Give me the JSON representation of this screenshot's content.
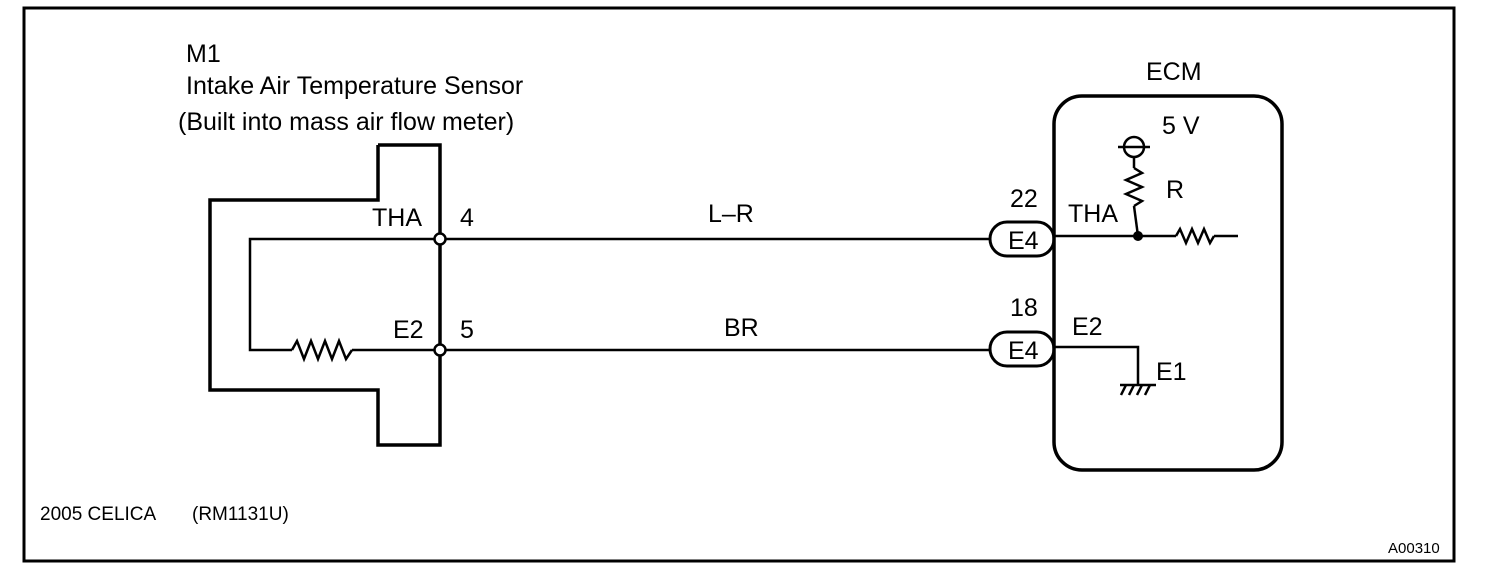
{
  "sensor": {
    "code": "M1",
    "name": "Intake Air Temperature Sensor",
    "note": "(Built into mass air flow meter)",
    "terminals": [
      {
        "name": "THA",
        "pin": "4"
      },
      {
        "name": "E2",
        "pin": "5"
      }
    ]
  },
  "wires": [
    {
      "color": "L–R"
    },
    {
      "color": "BR"
    }
  ],
  "connectors": [
    {
      "pin": "22",
      "code": "E4"
    },
    {
      "pin": "18",
      "code": "E4"
    }
  ],
  "ecm": {
    "label": "ECM",
    "voltage": "5 V",
    "resistor": "R",
    "terminals": {
      "signal": "THA",
      "ground_in": "E2",
      "ground_out": "E1"
    }
  },
  "footer": {
    "model": "2005 CELICA",
    "manual": "(RM1131U)",
    "figure_id": "A00310"
  }
}
